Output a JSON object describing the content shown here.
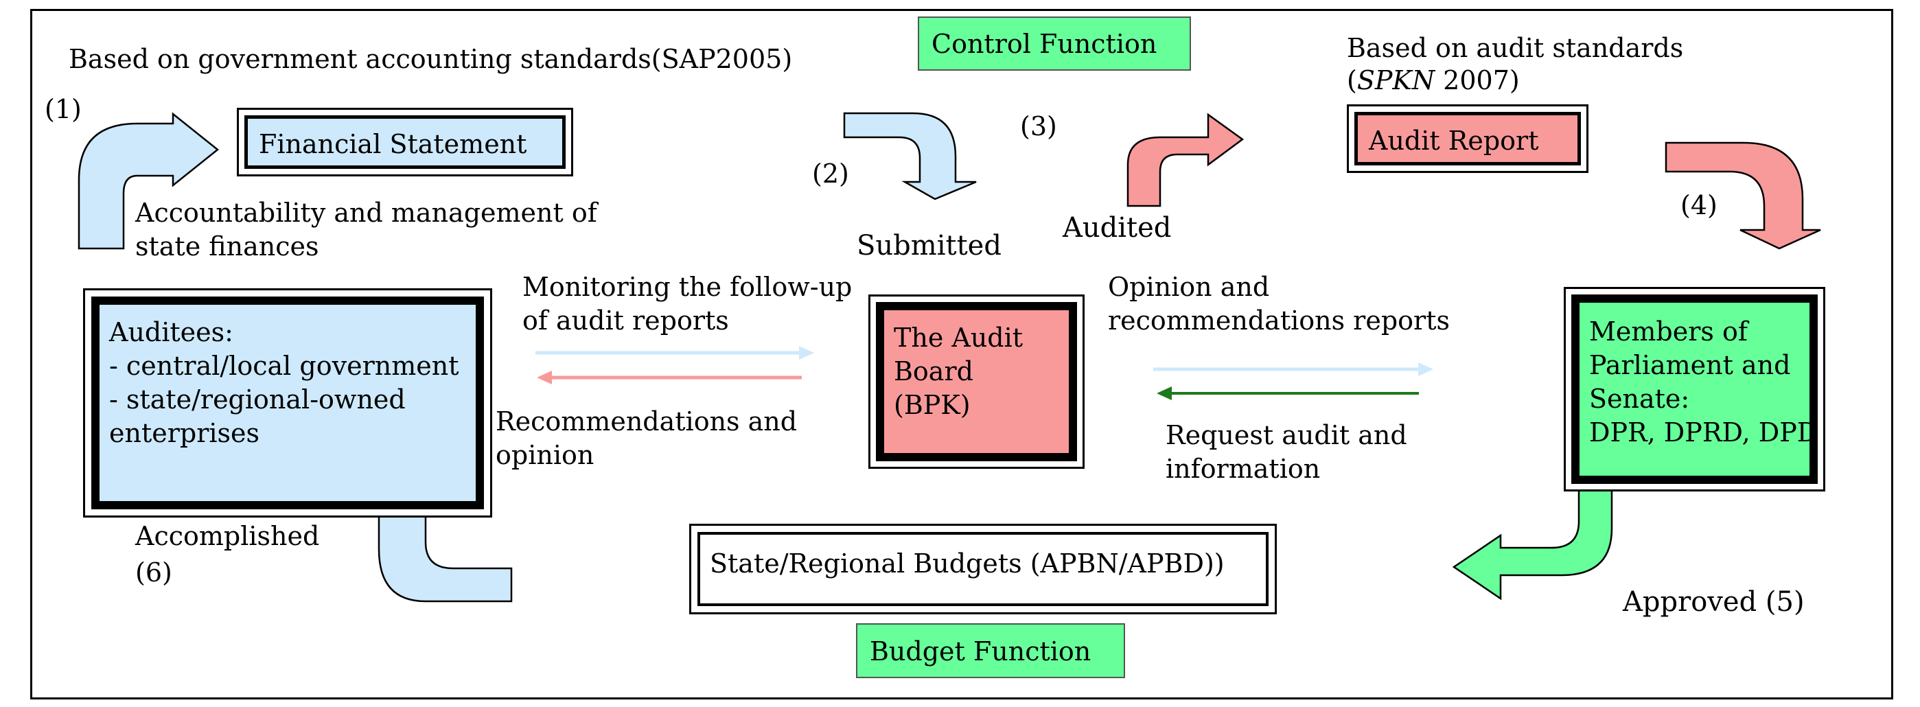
{
  "colors": {
    "light_blue": "#cde9fb",
    "salmon": "#f99a9a",
    "green": "#66ff99",
    "dark_green": "#1c7a1c",
    "white": "#ffffff",
    "black": "#000000"
  },
  "header": {
    "control_function": "Control Function",
    "budget_function": "Budget Function"
  },
  "notes": {
    "sap_basis": "Based on government accounting standards(SAP2005)",
    "spkn_basis_line1": "Based on audit standards",
    "spkn_basis_line2_italic": "SPKN",
    "spkn_basis_line2_rest": " 2007)",
    "spkn_basis_line2_open": "("
  },
  "steps": {
    "step1": "(1)",
    "step2": "(2)",
    "step3": "(3)",
    "step4": "(4)",
    "step5": "Approved (5)",
    "step6": "(6)"
  },
  "boxes": {
    "financial_statement": "Financial Statement",
    "audit_report": "Audit Report",
    "auditees": "Auditees:\n- central/local government\n- state/regional-owned\nenterprises",
    "audit_board": "The Audit\nBoard\n(BPK)",
    "parliament": "Members of\nParliament and\nSenate:\nDPR, DPRD, DPD",
    "budgets": "State/Regional Budgets (APBN/APBD))"
  },
  "flow_labels": {
    "accountability": "Accountability and management of\nstate finances",
    "submitted": "Submitted",
    "audited": "Audited",
    "monitoring": "Monitoring the follow-up\nof audit reports",
    "recommendations": "Recommendations and\nopinion",
    "opinion_reports": "Opinion and\nrecommendations reports",
    "request_audit": "Request audit and\ninformation",
    "accomplished": "Accomplished"
  }
}
